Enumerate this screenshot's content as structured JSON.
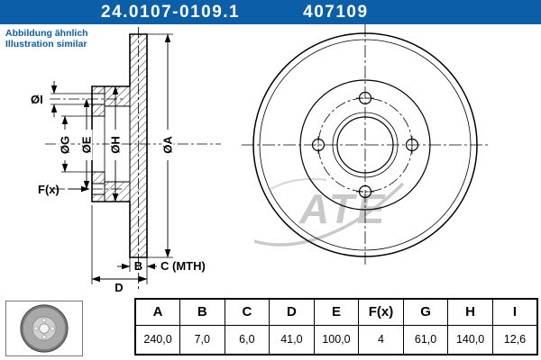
{
  "header": {
    "part_number": "24.0107-0109.1",
    "catalog_number": "407109"
  },
  "note": {
    "line1": "Abbildung ähnlich",
    "line2": "Illustration similar"
  },
  "watermark": {
    "text": "ATE"
  },
  "diagram": {
    "dim_i": "ØI",
    "dim_g": "ØG",
    "dim_e": "ØE",
    "dim_h": "ØH",
    "dim_a": "ØA",
    "dim_f": "F(x)",
    "dim_b": "B",
    "dim_c": "C (MTH)",
    "dim_d": "D"
  },
  "table": {
    "headers": [
      "A",
      "B",
      "C",
      "D",
      "E",
      "F(x)",
      "G",
      "H",
      "I"
    ],
    "values": [
      "240,0",
      "7,0",
      "6,0",
      "41,0",
      "100,0",
      "4",
      "61,0",
      "140,0",
      "12,6"
    ]
  },
  "colors": {
    "accent_blue": "#0b5ea8",
    "line_black": "#000000",
    "watermark_gray": "#c9c9c9"
  }
}
